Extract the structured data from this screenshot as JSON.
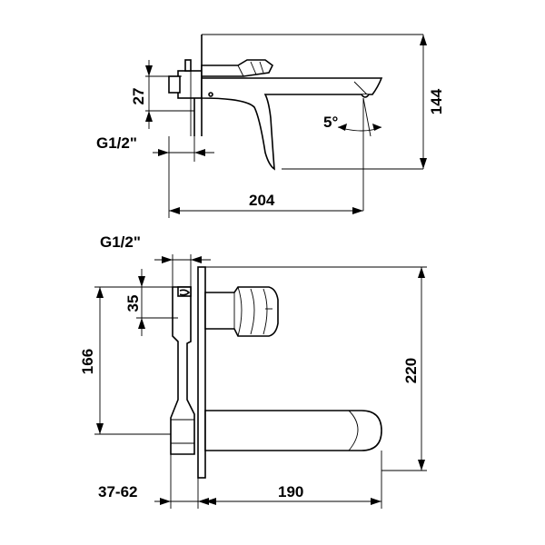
{
  "side_view": {
    "dim_27": "27",
    "dim_g12": "G1/2\"",
    "dim_204": "204",
    "dim_144": "144",
    "dim_5deg": "5°"
  },
  "front_view": {
    "dim_g12": "G1/2\"",
    "dim_35": "35",
    "dim_166": "166",
    "dim_220": "220",
    "dim_37_62": "37-62",
    "dim_190": "190"
  }
}
